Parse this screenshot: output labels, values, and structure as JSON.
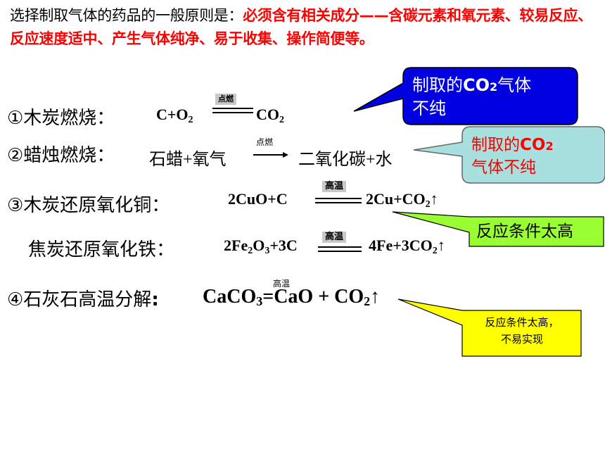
{
  "intro": {
    "lead": "选择制取气体的药品的一般原则是：",
    "principle": "必须含有相关成分——含碳元素和氧元素、较易反应、反应速度适中、产生气体纯净、易于收集、操作简便等。"
  },
  "items": [
    {
      "label": "①木炭燃烧：",
      "reactants": "C+O",
      "sub_r": "2",
      "condition": "点燃",
      "product": "CO",
      "sub_p": "2"
    },
    {
      "label": "②蜡烛燃烧：",
      "equation_left": "石蜡+氧气",
      "condition": "点燃",
      "equation_right": "二氧化碳+水"
    },
    {
      "label": "③木炭还原氧化铜：",
      "reactants": "2CuO+C",
      "condition": "高温",
      "product": "2Cu+CO",
      "sub_p": "2",
      "arrow": "↑"
    },
    {
      "label": "焦炭还原氧化铁：",
      "r1": "2Fe",
      "r_sub1": "2",
      "r2": "O",
      "r_sub2": "3",
      "r3": "+3C",
      "condition": "高温",
      "product": "4Fe+3CO",
      "sub_p": "2",
      "arrow": "↑"
    },
    {
      "label": "④石灰石高温分解",
      "colon": ":",
      "r1": "CaCO",
      "r_sub1": "3",
      "eqsign": "=",
      "product": "CaO + CO",
      "sub_p": "2",
      "arrow": "↑",
      "condition": "高温"
    }
  ],
  "callouts": [
    {
      "line1_a": "制取的",
      "line1_b": "CO",
      "line1_sub": "2",
      "line1_c": "气体",
      "line2": "不纯",
      "fill": "#0000e0",
      "text_color": "#ffffff"
    },
    {
      "line1_a": "制取的",
      "line1_b": "CO",
      "line1_sub": "2",
      "line2": "气体不纯",
      "fill": "#a8e0e0",
      "text_color": "#ff0000"
    },
    {
      "text": "反应条件太高",
      "fill": "#99ff33",
      "text_color": "#000000"
    },
    {
      "line1": "反应条件太高，",
      "line2": "不易实现",
      "fill": "#ffff00",
      "text_color": "#000000"
    }
  ]
}
